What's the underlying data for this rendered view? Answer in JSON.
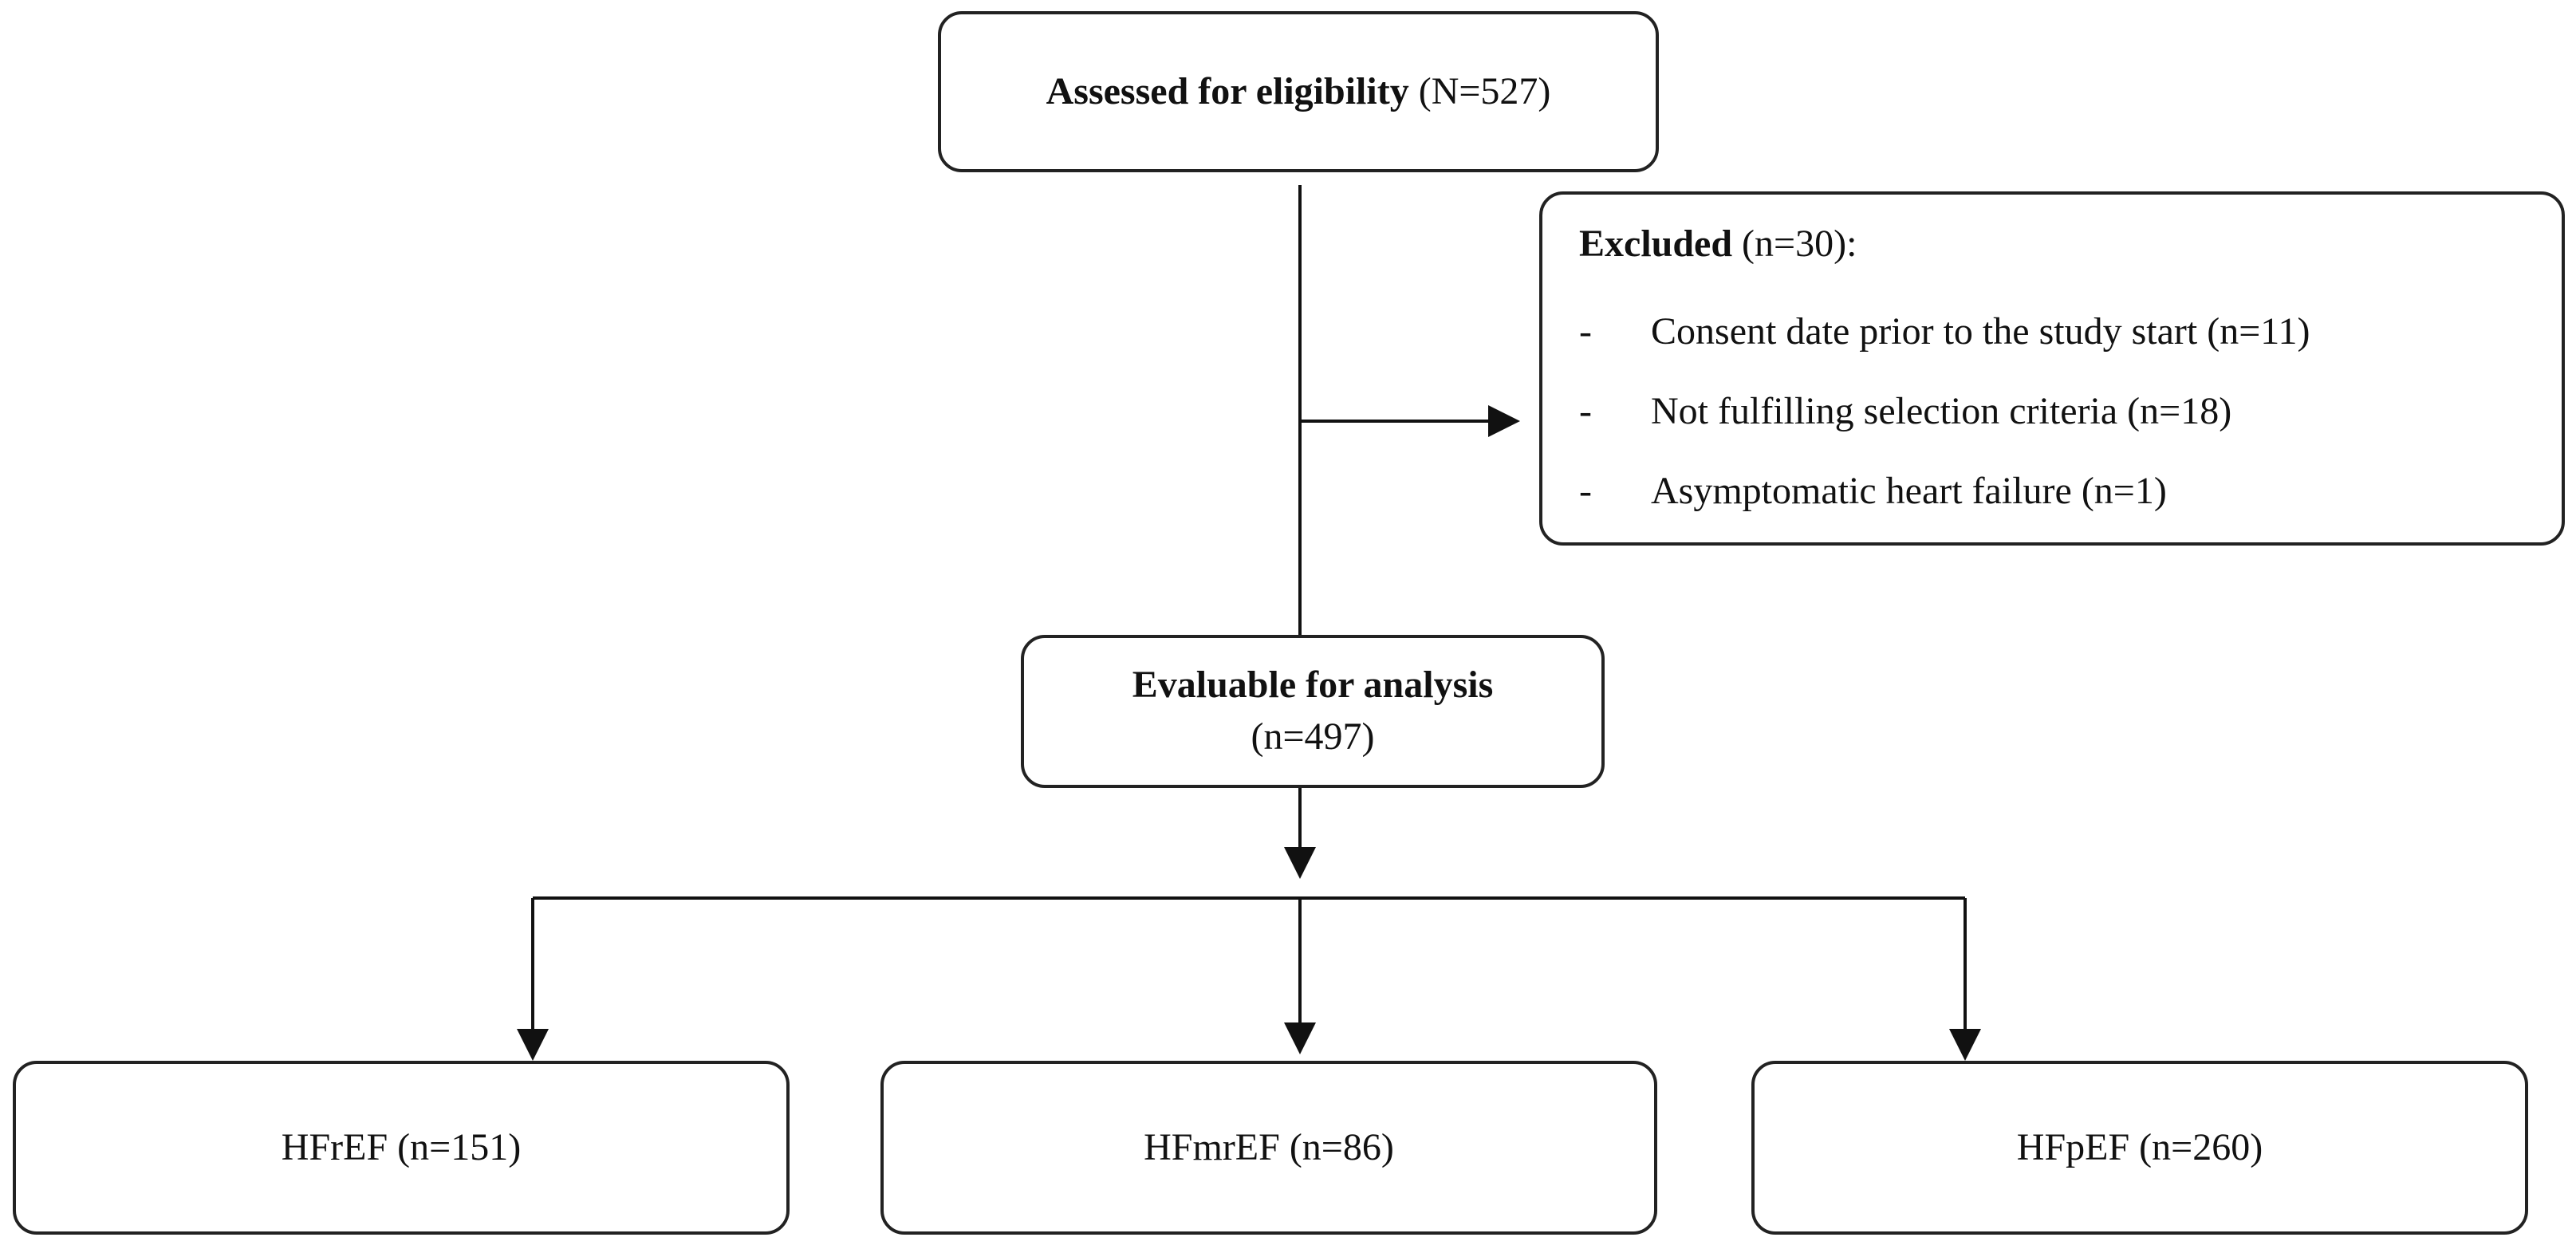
{
  "assessed": {
    "label": "Assessed for eligibility",
    "count": "(N=527)"
  },
  "excluded": {
    "label": "Excluded",
    "count": "(n=30):",
    "items": [
      {
        "dash": "-",
        "text": "Consent date prior to the study start (n=11)"
      },
      {
        "dash": "-",
        "text": "Not fulfilling selection criteria  (n=18)"
      },
      {
        "dash": "-",
        "text": "Asymptomatic heart failure (n=1)"
      }
    ]
  },
  "evaluable": {
    "label": "Evaluable for analysis",
    "count": "(n=497)"
  },
  "groups": [
    {
      "label": "HFrEF (n=151)"
    },
    {
      "label": "HFmrEF (n=86)"
    },
    {
      "label": "HFpEF (n=260)"
    }
  ]
}
